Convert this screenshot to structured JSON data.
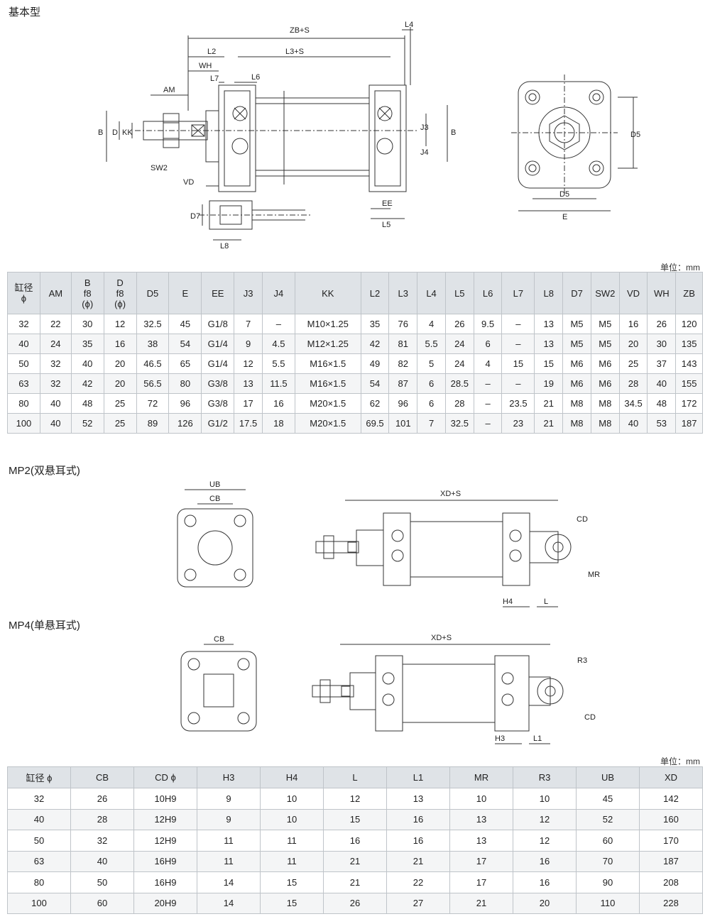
{
  "sections": {
    "basic": "基本型",
    "mp2": "MP2(双悬耳式)",
    "mp4": "MP4(单悬耳式)"
  },
  "unit_label": "单位：mm",
  "diagram_labels": {
    "basic": {
      "zbs": "ZB+S",
      "l4": "L4",
      "l2": "L2",
      "l3s": "L3+S",
      "wh": "WH",
      "l7": "L7",
      "l6": "L6",
      "am": "AM",
      "b_left": "B",
      "d": "D",
      "kk": "KK",
      "sw2": "SW2",
      "vd": "VD",
      "j3": "J3",
      "j4": "J4",
      "b_right": "B",
      "ee": "EE",
      "l5": "L5",
      "d7": "D7",
      "l8": "L8",
      "d5_side": "D5",
      "d5_bottom": "D5",
      "e": "E"
    },
    "mp2": {
      "ub": "UB",
      "cb": "CB",
      "xds": "XD+S",
      "cd": "CD",
      "mr": "MR",
      "h4": "H4",
      "l": "L"
    },
    "mp4": {
      "cb": "CB",
      "xds": "XD+S",
      "r3": "R3",
      "cd": "CD",
      "h3": "H3",
      "l1": "L1"
    }
  },
  "table1": {
    "headers": [
      [
        "缸径",
        "ϕ"
      ],
      [
        "AM"
      ],
      [
        "B",
        "f8",
        "(ϕ)"
      ],
      [
        "D",
        "f8",
        "(ϕ)"
      ],
      [
        "D5"
      ],
      [
        "E"
      ],
      [
        "EE"
      ],
      [
        "J3"
      ],
      [
        "J4"
      ],
      [
        "KK"
      ],
      [
        "L2"
      ],
      [
        "L3"
      ],
      [
        "L4"
      ],
      [
        "L5"
      ],
      [
        "L6"
      ],
      [
        "L7"
      ],
      [
        "L8"
      ],
      [
        "D7"
      ],
      [
        "SW2"
      ],
      [
        "VD"
      ],
      [
        "WH"
      ],
      [
        "ZB"
      ]
    ],
    "rows": [
      [
        "32",
        "22",
        "30",
        "12",
        "32.5",
        "45",
        "G1/8",
        "7",
        "–",
        "M10×1.25",
        "35",
        "76",
        "4",
        "26",
        "9.5",
        "–",
        "13",
        "M5",
        "M5",
        "16",
        "26",
        "120"
      ],
      [
        "40",
        "24",
        "35",
        "16",
        "38",
        "54",
        "G1/4",
        "9",
        "4.5",
        "M12×1.25",
        "42",
        "81",
        "5.5",
        "24",
        "6",
        "–",
        "13",
        "M5",
        "M5",
        "20",
        "30",
        "135"
      ],
      [
        "50",
        "32",
        "40",
        "20",
        "46.5",
        "65",
        "G1/4",
        "12",
        "5.5",
        "M16×1.5",
        "49",
        "82",
        "5",
        "24",
        "4",
        "15",
        "15",
        "M6",
        "M6",
        "25",
        "37",
        "143"
      ],
      [
        "63",
        "32",
        "42",
        "20",
        "56.5",
        "80",
        "G3/8",
        "13",
        "11.5",
        "M16×1.5",
        "54",
        "87",
        "6",
        "28.5",
        "–",
        "–",
        "19",
        "M6",
        "M6",
        "28",
        "40",
        "155"
      ],
      [
        "80",
        "40",
        "48",
        "25",
        "72",
        "96",
        "G3/8",
        "17",
        "16",
        "M20×1.5",
        "62",
        "96",
        "6",
        "28",
        "–",
        "23.5",
        "21",
        "M8",
        "M8",
        "34.5",
        "48",
        "172"
      ],
      [
        "100",
        "40",
        "52",
        "25",
        "89",
        "126",
        "G1/2",
        "17.5",
        "18",
        "M20×1.5",
        "69.5",
        "101",
        "7",
        "32.5",
        "–",
        "23",
        "21",
        "M8",
        "M8",
        "40",
        "53",
        "187"
      ]
    ]
  },
  "table2": {
    "headers": [
      "缸径 ϕ",
      "CB",
      "CD ϕ",
      "H3",
      "H4",
      "L",
      "L1",
      "MR",
      "R3",
      "UB",
      "XD"
    ],
    "rows": [
      [
        "32",
        "26",
        "10H9",
        "9",
        "10",
        "12",
        "13",
        "10",
        "10",
        "45",
        "142"
      ],
      [
        "40",
        "28",
        "12H9",
        "9",
        "10",
        "15",
        "16",
        "13",
        "12",
        "52",
        "160"
      ],
      [
        "50",
        "32",
        "12H9",
        "11",
        "11",
        "16",
        "16",
        "13",
        "12",
        "60",
        "170"
      ],
      [
        "63",
        "40",
        "16H9",
        "11",
        "11",
        "21",
        "21",
        "17",
        "16",
        "70",
        "187"
      ],
      [
        "80",
        "50",
        "16H9",
        "14",
        "15",
        "21",
        "22",
        "17",
        "16",
        "90",
        "208"
      ],
      [
        "100",
        "60",
        "20H9",
        "14",
        "15",
        "26",
        "27",
        "21",
        "20",
        "110",
        "228"
      ]
    ]
  }
}
